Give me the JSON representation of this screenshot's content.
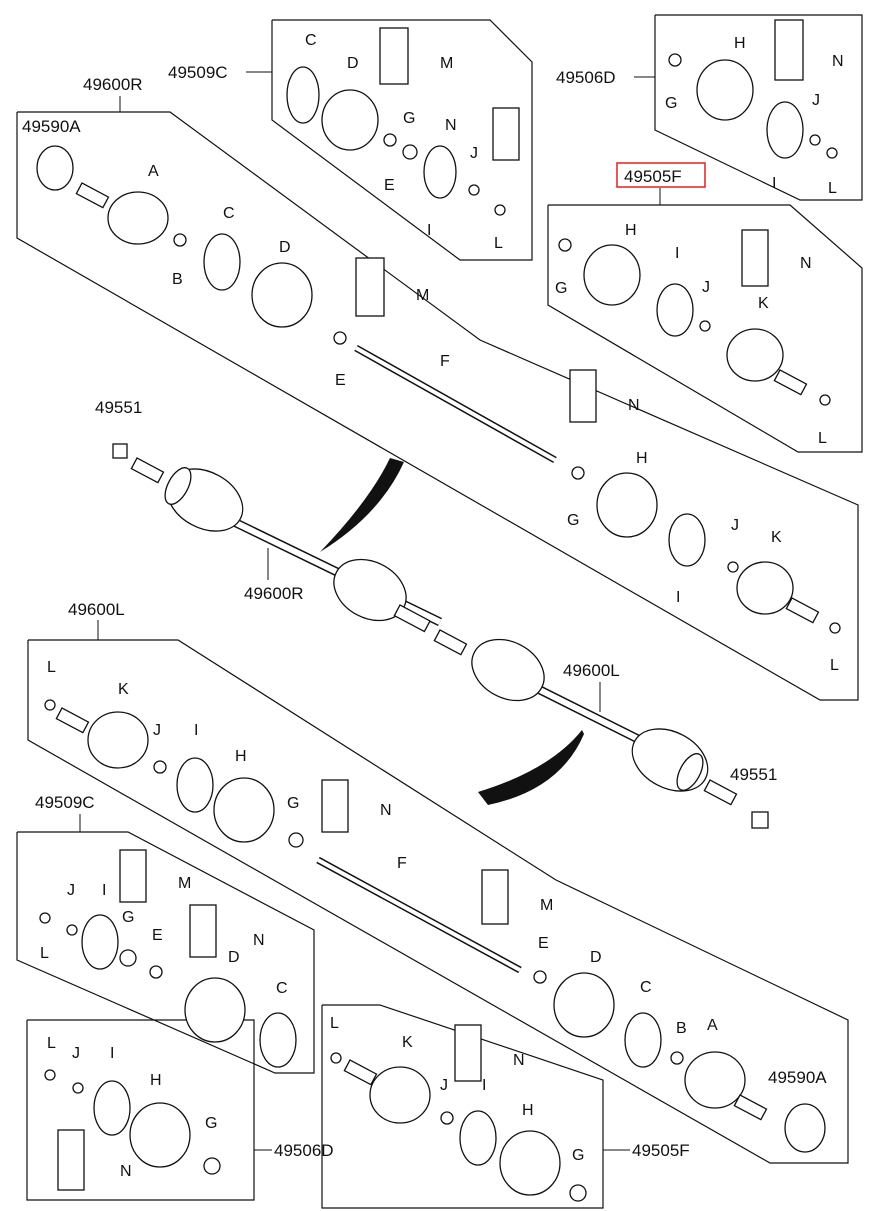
{
  "diagram": {
    "part_numbers": {
      "p49509C_top": "49509C",
      "p49506D_top": "49506D",
      "p49600R_top": "49600R",
      "p49590A_top": "49590A",
      "p49505F_top": "49505F",
      "p49551_top": "49551",
      "p49600R_mid": "49600R",
      "p49600L_left": "49600L",
      "p49600L_mid": "49600L",
      "p49551_right": "49551",
      "p49509C_bottom": "49509C",
      "p49590A_bottom": "49590A",
      "p49506D_bottom": "49506D",
      "p49505F_bottom": "49505F"
    },
    "letters": {
      "A": "A",
      "B": "B",
      "C": "C",
      "D": "D",
      "E": "E",
      "F": "F",
      "G": "G",
      "H": "H",
      "I": "I",
      "J": "J",
      "K": "K",
      "L": "L",
      "M": "M",
      "N": "N"
    },
    "highlight_color": "#e02020"
  }
}
